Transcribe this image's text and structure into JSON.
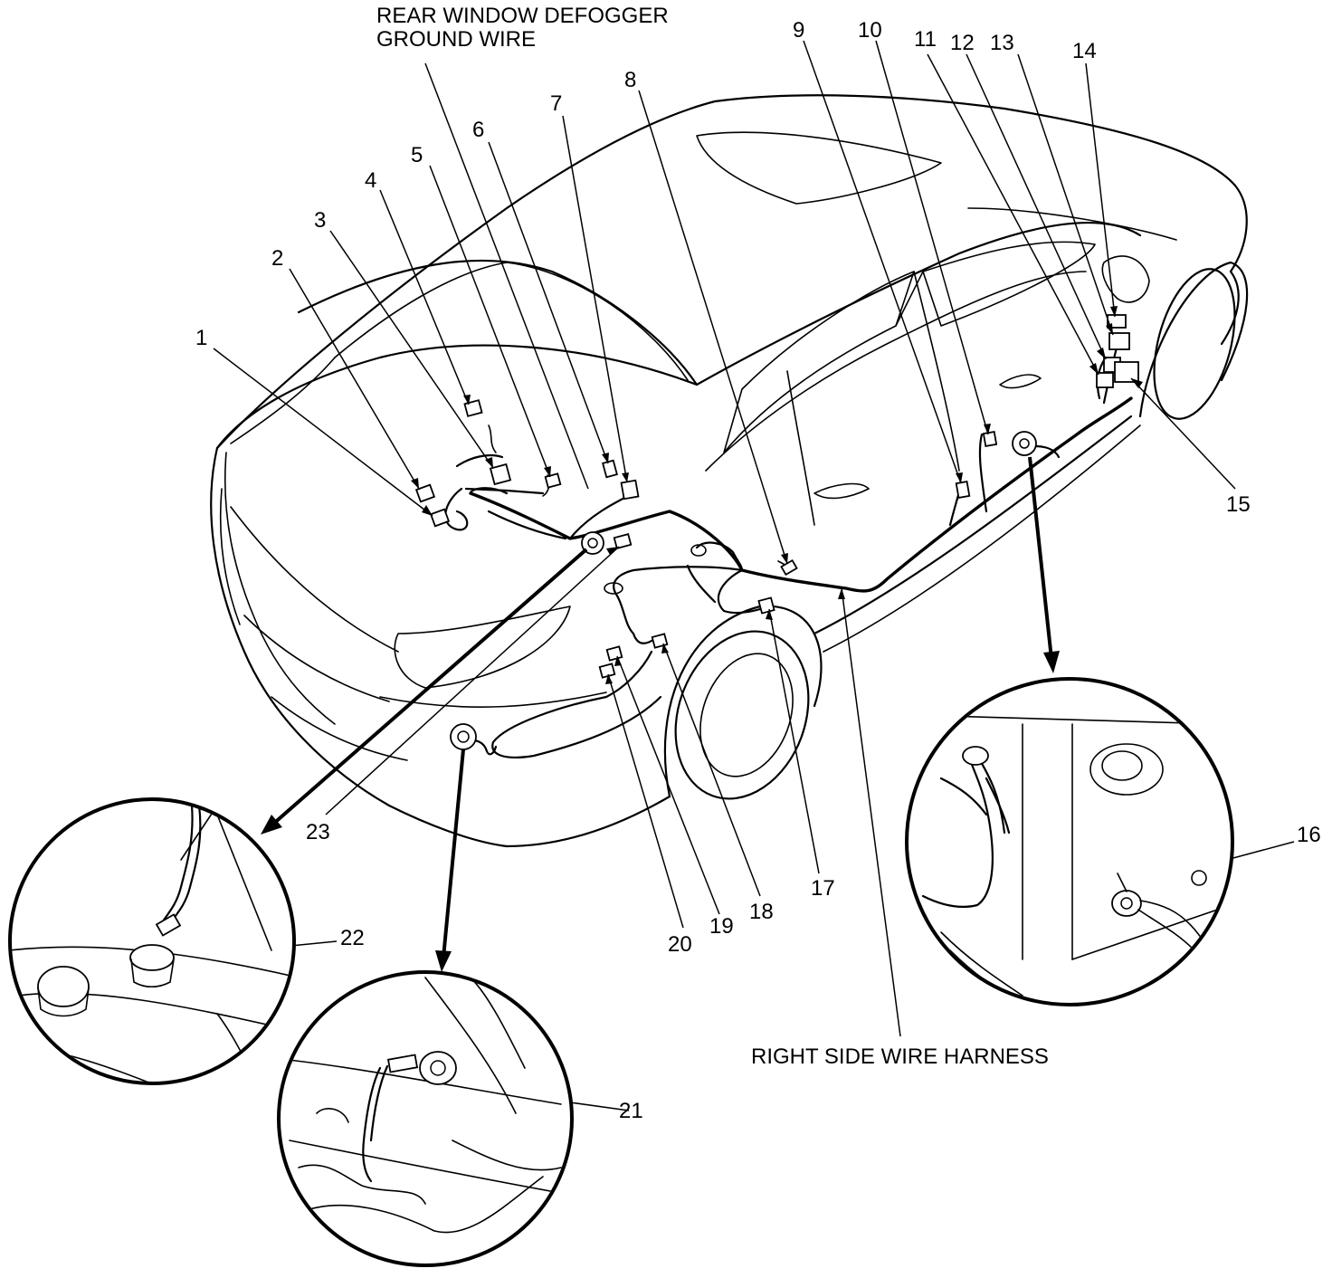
{
  "callouts": {
    "n1": "1",
    "n2": "2",
    "n3": "3",
    "n4": "4",
    "n5": "5",
    "n6": "6",
    "n7": "7",
    "n8": "8",
    "n9": "9",
    "n10": "10",
    "n11": "11",
    "n12": "12",
    "n13": "13",
    "n14": "14",
    "n15": "15",
    "n16": "16",
    "n17": "17",
    "n18": "18",
    "n19": "19",
    "n20": "20",
    "n21": "21",
    "n22": "22",
    "n23": "23"
  },
  "labels": {
    "rear_defogger_line1": "REAR WINDOW DEFOGGER",
    "rear_defogger_line2": "GROUND WIRE",
    "right_side_harness": "RIGHT SIDE WIRE HARNESS"
  }
}
